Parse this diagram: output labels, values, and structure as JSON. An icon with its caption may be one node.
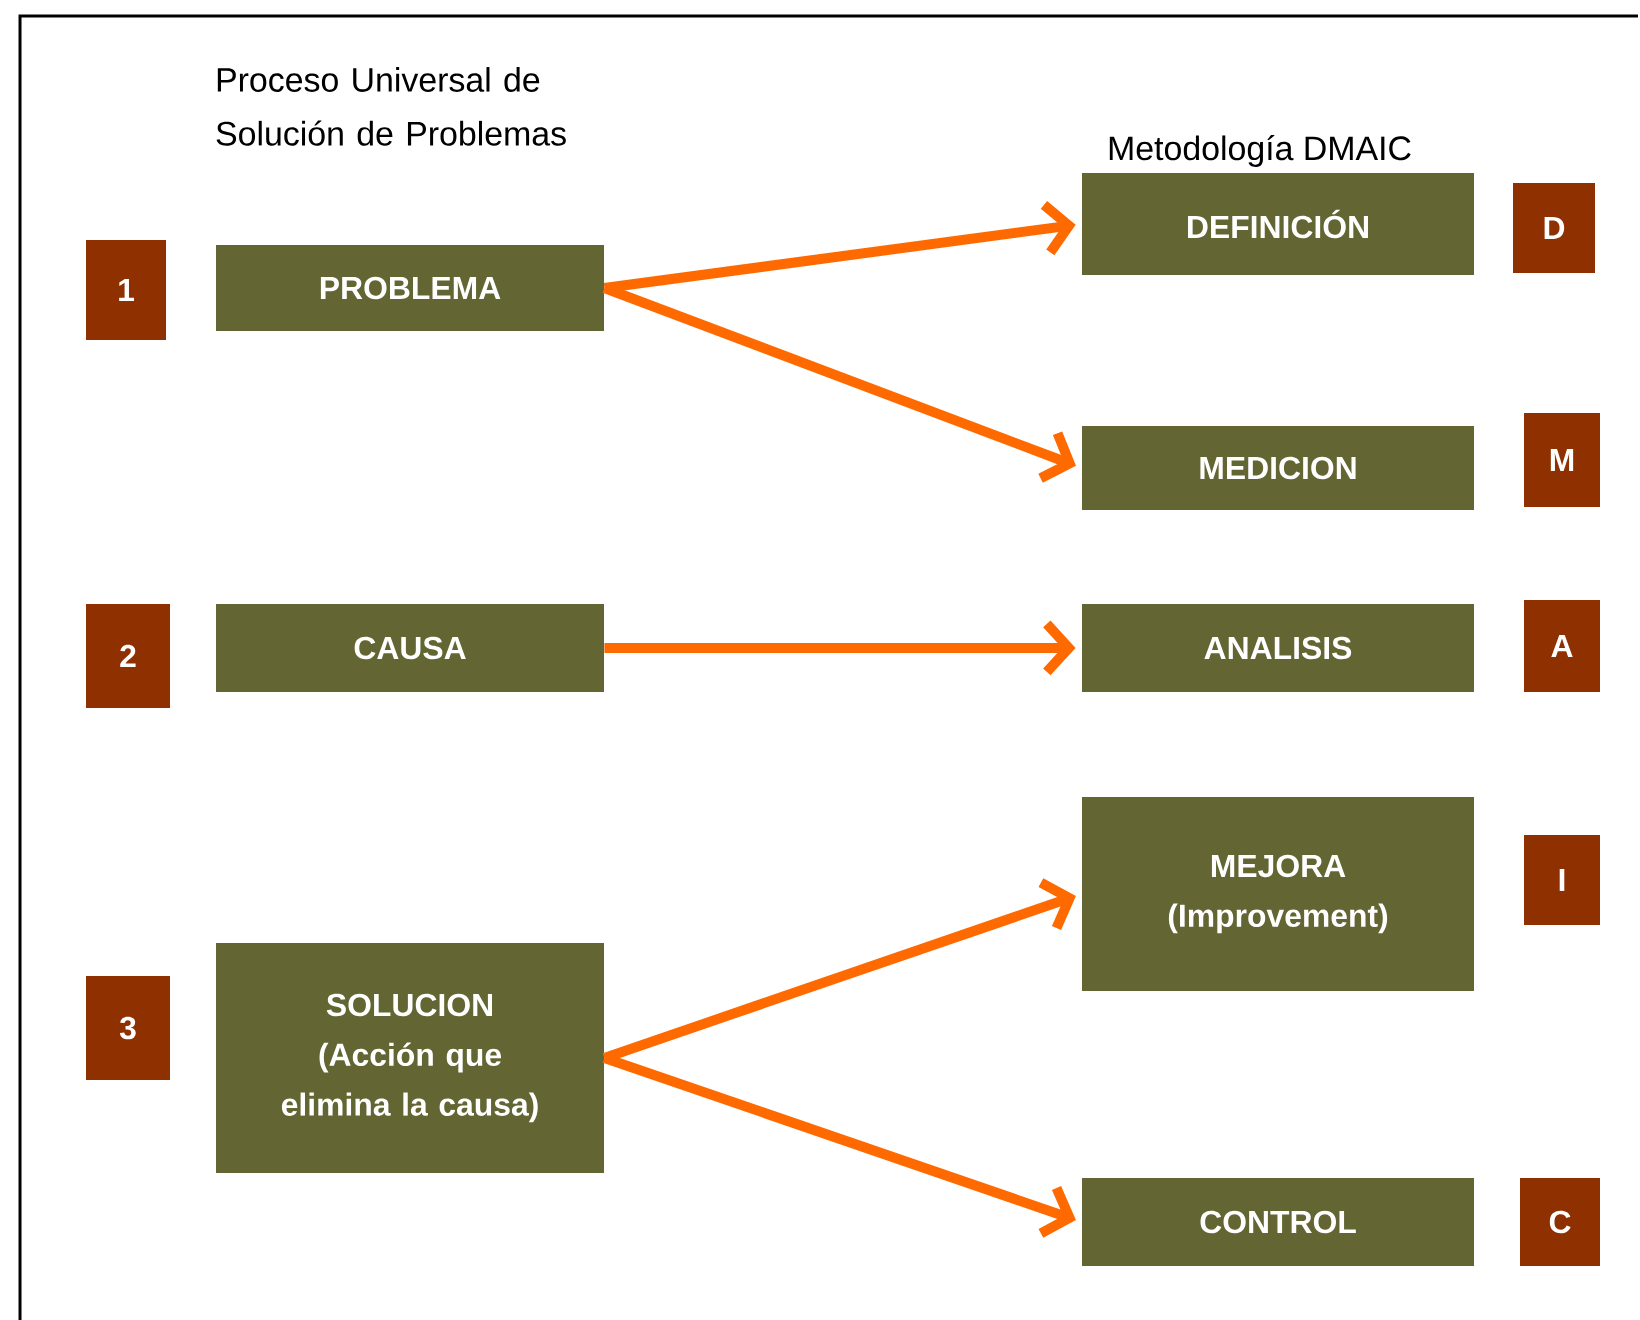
{
  "diagram": {
    "nodes": [
      {
        "text": [
          "1"
        ]
      },
      {
        "text": [
          "PROBLEMA"
        ]
      },
      {
        "text": [
          "DEFINICIÓN"
        ]
      },
      {
        "text": [
          "D"
        ]
      },
      {
        "text": [
          "MEDICION"
        ]
      },
      {
        "text": [
          "M"
        ]
      },
      {
        "text": [
          "2"
        ]
      },
      {
        "text": [
          "CAUSA"
        ]
      },
      {
        "text": [
          "ANALISIS"
        ]
      },
      {
        "text": [
          "A"
        ]
      },
      {
        "text": [
          "MEJORA (Improvement)"
        ]
      },
      {
        "text": [
          "I"
        ]
      },
      {
        "text": [
          "3"
        ]
      },
      {
        "text": [
          "SOLUCION (Acción que elimina la causa)"
        ]
      },
      {
        "text": [
          "CONTROL"
        ]
      },
      {
        "text": [
          "C"
        ]
      }
    ],
    "edges": [
      {
        "from": 1,
        "to": 2,
        "arrow": "to"
      },
      {
        "from": 1,
        "to": 4,
        "arrow": "to"
      },
      {
        "from": 7,
        "to": 8,
        "arrow": "to"
      },
      {
        "from": 13,
        "to": 10,
        "arrow": "to"
      },
      {
        "from": 13,
        "to": 14,
        "arrow": "to"
      }
    ],
    "labels": [
      "Proceso Universal de Solución de Problemas",
      "Metodología DMAIC"
    ]
  }
}
